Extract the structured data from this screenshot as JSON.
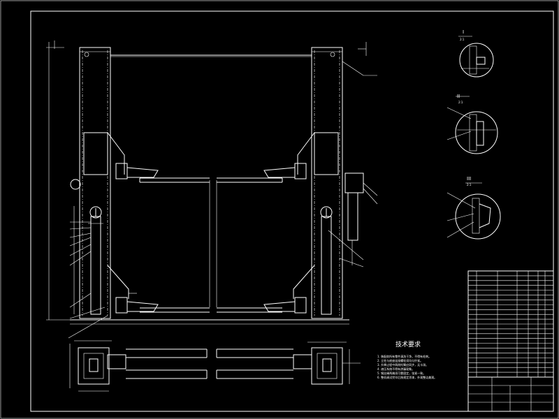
{
  "sheet": {
    "line_color": "#ffffff",
    "background": "#000000"
  },
  "detail_marks": {
    "detail_1": "I",
    "detail_1_scale": "2:1",
    "detail_2": "II",
    "detail_2_scale": "2:1",
    "detail_3": "III",
    "detail_3_scale": "2:1"
  },
  "notes": {
    "heading": "技术要求",
    "items": [
      "1. 装配前所有零件清洗干净，不得有毛刺。",
      "2. 立柱与底座连接螺栓须均匀拧紧。",
      "3. 升降过程中两侧托臂应同步，无卡滞。",
      "4. 液压系统不得有渗漏现象。",
      "5. 钢丝绳两端须可靠固定，张紧一致。",
      "6. 整机调试完毕后按规定涂漆，外观整洁美观。"
    ]
  }
}
